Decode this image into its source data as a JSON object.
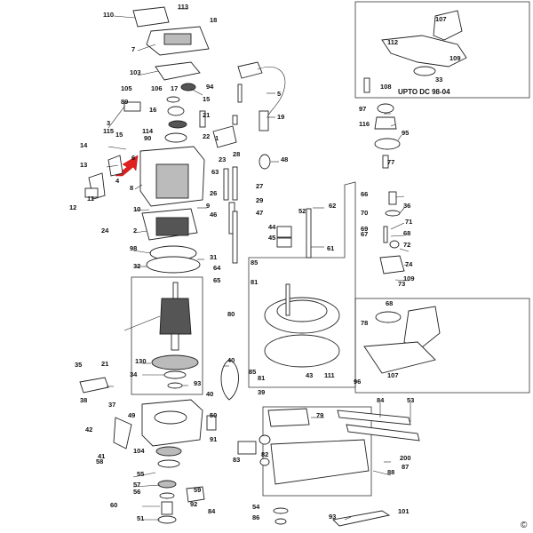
{
  "inset": {
    "title": "UPTO DC 98-04"
  },
  "copyright": "©",
  "labels": [
    "110",
    "113",
    "18",
    "7",
    "103",
    "105",
    "106",
    "17",
    "94",
    "89",
    "15",
    "16",
    "21",
    "5",
    "19",
    "3",
    "115",
    "114",
    "90",
    "22",
    "1",
    "15",
    "14",
    "6",
    "13",
    "4",
    "8",
    "12",
    "11",
    "10",
    "24",
    "2",
    "98",
    "32",
    "9",
    "23",
    "28",
    "63",
    "26",
    "27",
    "46",
    "47",
    "48",
    "29",
    "52",
    "62",
    "44",
    "45",
    "61",
    "31",
    "64",
    "65",
    "85",
    "81",
    "50",
    "66",
    "36",
    "70",
    "71",
    "69",
    "68",
    "67",
    "72",
    "74",
    "73",
    "109",
    "68",
    "78",
    "80",
    "43",
    "111",
    "96",
    "97",
    "116",
    "95",
    "77",
    "108",
    "112",
    "107",
    "109",
    "33",
    "130",
    "34",
    "93",
    "35",
    "21",
    "38",
    "37",
    "49",
    "40",
    "85",
    "81",
    "39",
    "41",
    "42",
    "40",
    "58",
    "55",
    "104",
    "57",
    "56",
    "59",
    "60",
    "51",
    "91",
    "79",
    "82",
    "83",
    "92",
    "84",
    "84",
    "53",
    "54",
    "86",
    "88",
    "87",
    "101",
    "93",
    "200",
    "107"
  ]
}
